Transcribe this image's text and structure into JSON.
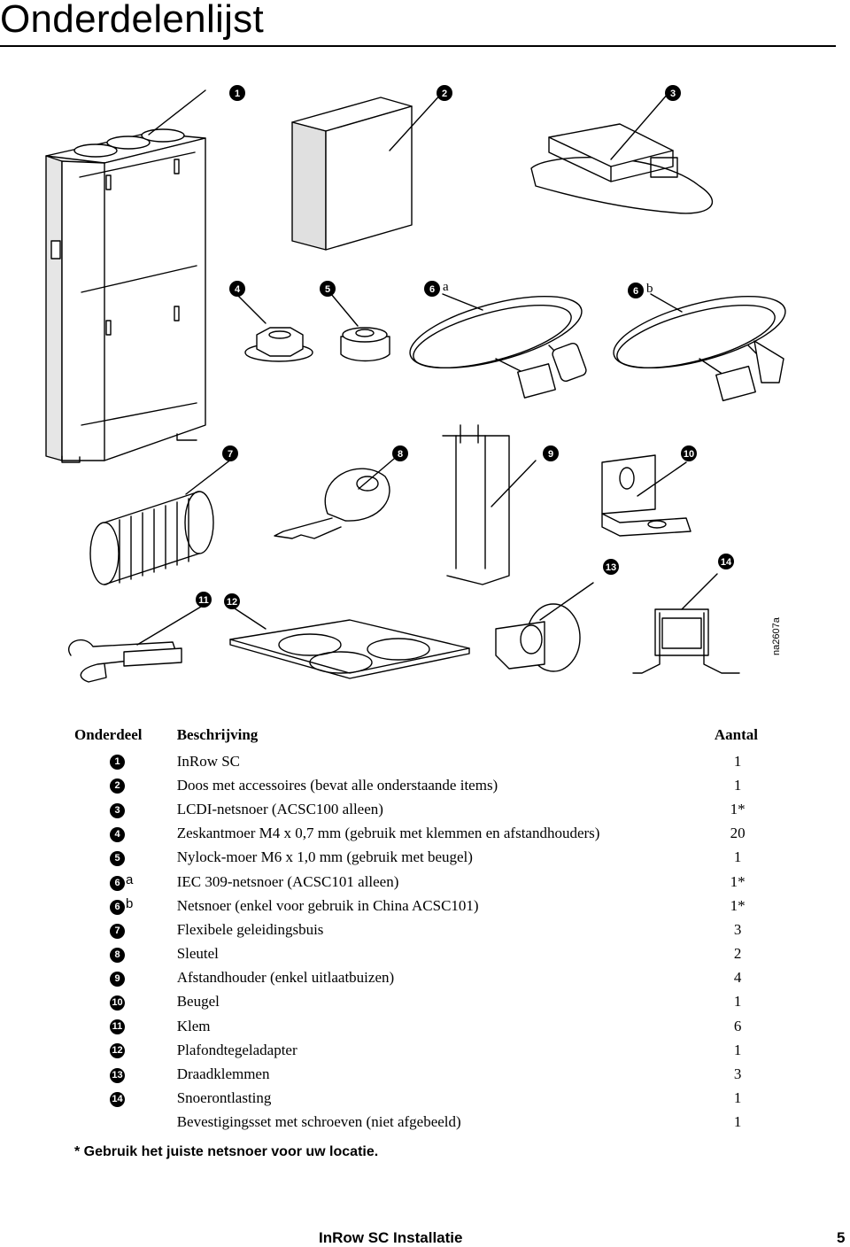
{
  "page": {
    "title": "Onderdelenlijst",
    "figure_id": "na2607a",
    "footnote": "* Gebruik het juiste netsnoer voor uw locatie.",
    "footer_title": "InRow SC Installatie",
    "page_number": "5"
  },
  "callouts": {
    "c1": "1",
    "c2": "2",
    "c3": "3",
    "c4": "4",
    "c5": "5",
    "c6a": "6",
    "c6a_letter": "a",
    "c6b": "6",
    "c6b_letter": "b",
    "c7": "7",
    "c8": "8",
    "c9": "9",
    "c10": "10",
    "c11": "11",
    "c12": "12",
    "c13": "13",
    "c14": "14"
  },
  "table": {
    "headers": {
      "part": "Onderdeel",
      "description": "Beschrijving",
      "qty": "Aantal"
    },
    "rows": [
      {
        "num": "1",
        "suffix": "",
        "description": "InRow SC",
        "qty": "1"
      },
      {
        "num": "2",
        "suffix": "",
        "description": "Doos met accessoires (bevat alle onderstaande items)",
        "qty": "1"
      },
      {
        "num": "3",
        "suffix": "",
        "description": "LCDI-netsnoer (ACSC100 alleen)",
        "qty": "1*"
      },
      {
        "num": "4",
        "suffix": "",
        "description": "Zeskantmoer M4 x 0,7 mm (gebruik met klemmen en afstandhouders)",
        "qty": "20"
      },
      {
        "num": "5",
        "suffix": "",
        "description": "Nylock-moer M6 x 1,0 mm (gebruik met beugel)",
        "qty": "1"
      },
      {
        "num": "6",
        "suffix": "a",
        "description": "IEC 309-netsnoer (ACSC101 alleen)",
        "qty": "1*"
      },
      {
        "num": "6",
        "suffix": "b",
        "description": "Netsnoer (enkel voor gebruik in China ACSC101)",
        "qty": "1*"
      },
      {
        "num": "7",
        "suffix": "",
        "description": "Flexibele geleidingsbuis",
        "qty": "3"
      },
      {
        "num": "8",
        "suffix": "",
        "description": "Sleutel",
        "qty": "2"
      },
      {
        "num": "9",
        "suffix": "",
        "description": "Afstandhouder (enkel uitlaatbuizen)",
        "qty": "4"
      },
      {
        "num": "10",
        "suffix": "",
        "description": "Beugel",
        "qty": "1"
      },
      {
        "num": "11",
        "suffix": "",
        "description": "Klem",
        "qty": "6"
      },
      {
        "num": "12",
        "suffix": "",
        "description": "Plafondtegeladapter",
        "qty": "1"
      },
      {
        "num": "13",
        "suffix": "",
        "description": "Draadklemmen",
        "qty": "3"
      },
      {
        "num": "14",
        "suffix": "",
        "description": "Snoerontlasting",
        "qty": "1"
      },
      {
        "num": "",
        "suffix": "",
        "description": "Bevestigingsset met schroeven (niet afgebeeld)",
        "qty": "1"
      }
    ]
  }
}
